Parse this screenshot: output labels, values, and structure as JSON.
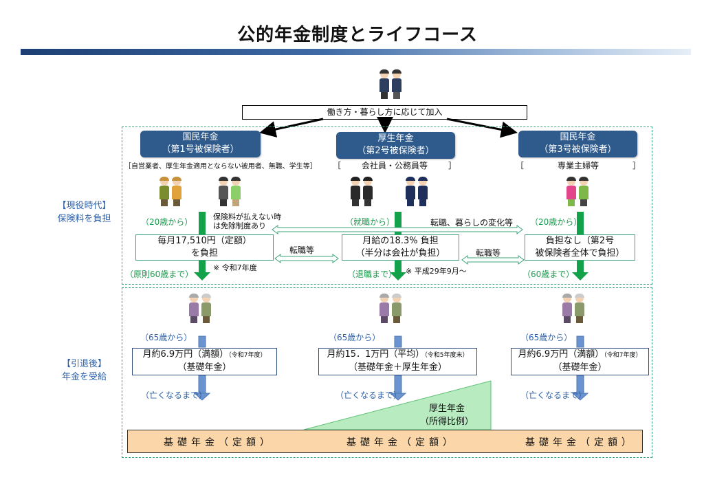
{
  "title": "公的年金制度とライフコース",
  "top_box": "働き方・暮らし方に応じて加入",
  "categories": [
    {
      "name_line1": "国民年金",
      "name_line2": "（第1号被保険者）",
      "members": "自営業者、厚生年金適用とならない被用者、無職、学生等"
    },
    {
      "name_line1": "厚生年金",
      "name_line2": "（第2号被保険者）",
      "members": "会社員・公務員等"
    },
    {
      "name_line1": "国民年金",
      "name_line2": "（第3号被保険者）",
      "members": "専業主婦等"
    }
  ],
  "side_labels": {
    "active": [
      "【現役時代】",
      "保険料を負担"
    ],
    "retired": [
      "【引退後】",
      "年金を受給"
    ]
  },
  "active": {
    "start": [
      "（20歳から）",
      "（就職から）",
      "（20歳から）"
    ],
    "end": [
      "（原則60歳まで）",
      "（退職まで）",
      "（60歳まで）"
    ],
    "exemption_note": [
      "保険料が払えない時",
      "は免除制度あり"
    ],
    "career_change_note": "転職、暮らしの変化等",
    "job_change": "転職等",
    "premium_boxes": [
      [
        "毎月17,510円（定額）",
        "を負担"
      ],
      [
        "月給の18.3% 負担",
        "（半分は会社が負担）"
      ],
      [
        "負担なし（第2号",
        "被保険者全体で負担）"
      ]
    ],
    "footnotes": [
      "※ 令和7年度",
      "※ 平成29年9月～"
    ]
  },
  "retired": {
    "start": [
      "（65歳から）",
      "（65歳から）",
      "（65歳から）"
    ],
    "end": [
      "（亡くなるまで）",
      "（亡くなるまで）",
      "（亡くなるまで）"
    ],
    "benefit_boxes": [
      {
        "main": "月約6.9万円（満額）",
        "note": "（令和7年度）",
        "sub": "（基礎年金）"
      },
      {
        "main": "月約15．1万円（平均）",
        "note": "（令和5年度末）",
        "sub": "（基礎年金＋厚生年金）"
      },
      {
        "main": "月約6.9万円（満額）",
        "note": "（令和7年度）",
        "sub": "（基礎年金）"
      }
    ]
  },
  "employee_pension": [
    "厚生年金",
    "（所得比例）"
  ],
  "basic_pension": [
    "基礎年金（定額）",
    "基礎年金（定額）",
    "基礎年金（定額）"
  ],
  "colors": {
    "navy": "#2f5a8c",
    "green": "#13a14a",
    "blue_arrow": "#6b93cf",
    "orange": "#fbd6a9",
    "triangle": "#b8ecc0"
  }
}
